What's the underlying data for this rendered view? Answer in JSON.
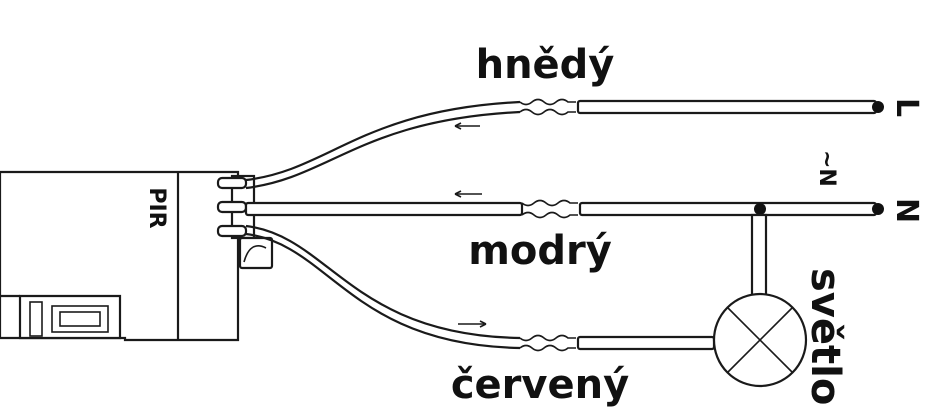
{
  "labels": {
    "brown": "hnědý",
    "blue": "modrý",
    "red": "červený",
    "light": "světlo",
    "device": "PIR",
    "terminal_l": "L",
    "terminal_n": "N",
    "supply": "~N"
  },
  "colors": {
    "ink": "#111111",
    "background": "#ffffff"
  }
}
